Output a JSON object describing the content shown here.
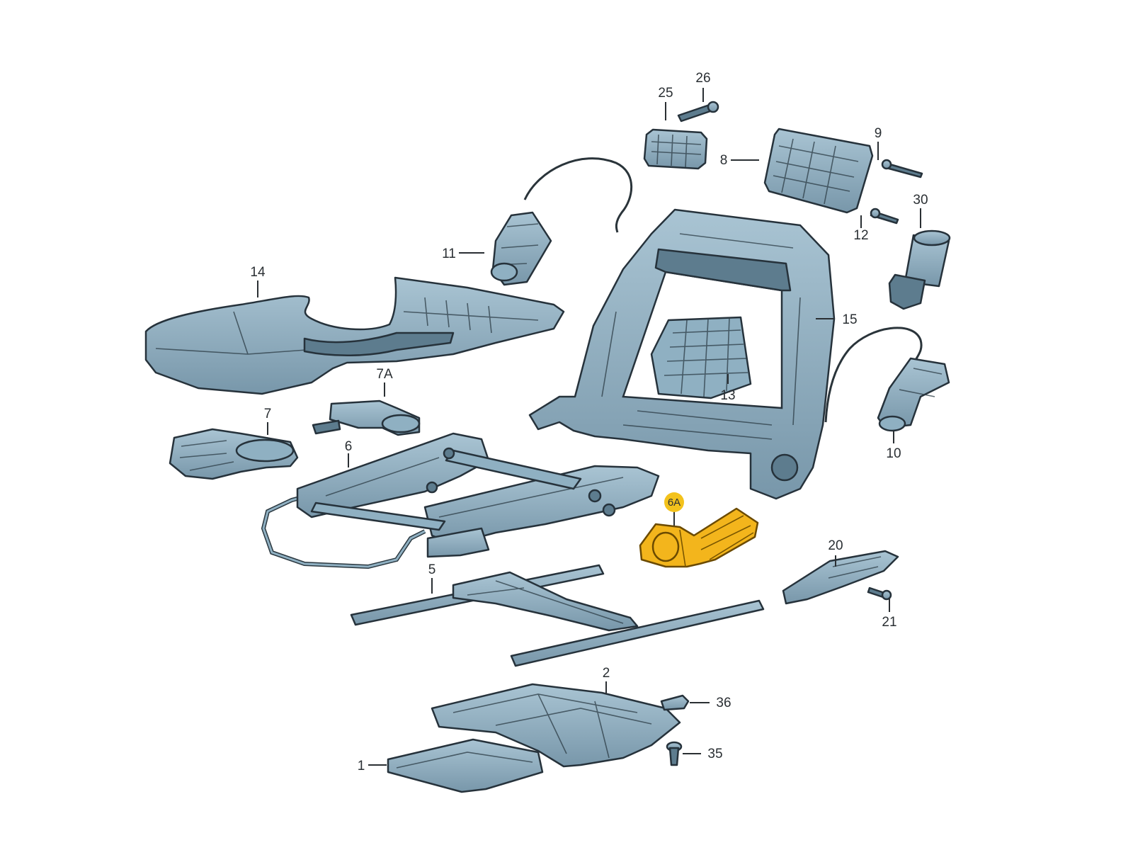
{
  "callouts": {
    "c1": "1",
    "c2": "2",
    "c5": "5",
    "c6": "6",
    "c6A": "6A",
    "c7": "7",
    "c7A": "7A",
    "c8": "8",
    "c9": "9",
    "c10": "10",
    "c11": "11",
    "c12": "12",
    "c13": "13",
    "c14": "14",
    "c15": "15",
    "c20": "20",
    "c21": "21",
    "c25": "25",
    "c26": "26",
    "c30": "30",
    "c35": "35",
    "c36": "36"
  },
  "highlighted_part": "6A",
  "colors": {
    "part_fill": "#8fb0c2",
    "part_outline": "#26323b",
    "highlight_fill": "#f3b51c",
    "badge_fill": "#f3c21c",
    "background": "#ffffff"
  }
}
